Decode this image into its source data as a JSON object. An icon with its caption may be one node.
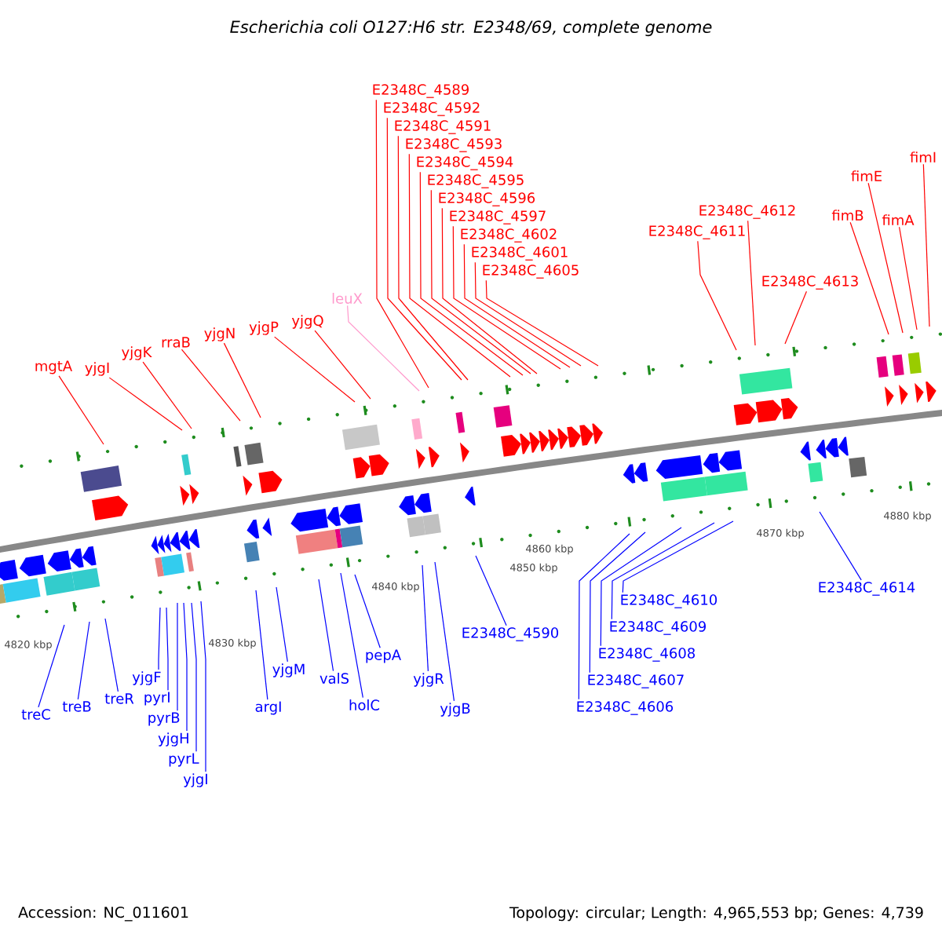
{
  "diagram": {
    "title": "Escherichia coli O127:H6 str. E2348/69, complete genome",
    "nodes": [
      {
        "text": [
          "mgtA"
        ]
      },
      {
        "text": [
          "yjgI"
        ]
      },
      {
        "text": [
          "yjgK"
        ]
      },
      {
        "text": [
          "rraB"
        ]
      },
      {
        "text": [
          "yjgN"
        ]
      },
      {
        "text": [
          "yjgP"
        ]
      },
      {
        "text": [
          "yjgQ"
        ]
      },
      {
        "text": [
          "leuX"
        ]
      },
      {
        "text": [
          "E2348C_4589"
        ]
      },
      {
        "text": [
          "E2348C_4591"
        ]
      },
      {
        "text": [
          "E2348C_4592"
        ]
      },
      {
        "text": [
          "E2348C_4593"
        ]
      },
      {
        "text": [
          "E2348C_4594"
        ]
      },
      {
        "text": [
          "E2348C_4595"
        ]
      },
      {
        "text": [
          "E2348C_4596"
        ]
      },
      {
        "text": [
          "E2348C_4597"
        ]
      },
      {
        "text": [
          "E2348C_4601"
        ]
      },
      {
        "text": [
          "E2348C_4602"
        ]
      },
      {
        "text": [
          "E2348C_4605"
        ]
      },
      {
        "text": [
          "E2348C_4611"
        ]
      },
      {
        "text": [
          "E2348C_4612"
        ]
      },
      {
        "text": [
          "E2348C_4613"
        ]
      },
      {
        "text": [
          "fimB"
        ]
      },
      {
        "text": [
          "fimE"
        ]
      },
      {
        "text": [
          "fimA"
        ]
      },
      {
        "text": [
          "fimI"
        ]
      },
      {
        "text": [
          "treC"
        ]
      },
      {
        "text": [
          "treB"
        ]
      },
      {
        "text": [
          "treR"
        ]
      },
      {
        "text": [
          "yjgF"
        ]
      },
      {
        "text": [
          "pyrI"
        ]
      },
      {
        "text": [
          "pyrB"
        ]
      },
      {
        "text": [
          "yjgH"
        ]
      },
      {
        "text": [
          "pyrL"
        ]
      },
      {
        "text": [
          "yjgI"
        ]
      },
      {
        "text": [
          "argI"
        ]
      },
      {
        "text": [
          "yjgM"
        ]
      },
      {
        "text": [
          "valS"
        ]
      },
      {
        "text": [
          "holC"
        ]
      },
      {
        "text": [
          "pepA"
        ]
      },
      {
        "text": [
          "yjgR"
        ]
      },
      {
        "text": [
          "yjgB"
        ]
      },
      {
        "text": [
          "E2348C_4590"
        ]
      },
      {
        "text": [
          "E2348C_4606"
        ]
      },
      {
        "text": [
          "E2348C_4607"
        ]
      },
      {
        "text": [
          "E2348C_4608"
        ]
      },
      {
        "text": [
          "E2348C_4609"
        ]
      },
      {
        "text": [
          "E2348C_4610"
        ]
      },
      {
        "text": [
          "E2348C_4614"
        ]
      }
    ],
    "edges": [
      {
        "from": 0,
        "to": null,
        "arrow": "none"
      },
      {
        "from": 1,
        "to": null,
        "arrow": "none"
      },
      {
        "from": 2,
        "to": null,
        "arrow": "none"
      },
      {
        "from": 3,
        "to": null,
        "arrow": "none"
      },
      {
        "from": 4,
        "to": null,
        "arrow": "none"
      },
      {
        "from": 5,
        "to": null,
        "arrow": "none"
      },
      {
        "from": 6,
        "to": null,
        "arrow": "none"
      },
      {
        "from": 7,
        "to": null,
        "arrow": "none",
        "color": "#ff99cc"
      },
      {
        "from": 8,
        "to": null,
        "arrow": "none"
      },
      {
        "from": 9,
        "to": null,
        "arrow": "none"
      },
      {
        "from": 10,
        "to": null,
        "arrow": "none"
      },
      {
        "from": 11,
        "to": null,
        "arrow": "none"
      },
      {
        "from": 12,
        "to": null,
        "arrow": "none"
      },
      {
        "from": 13,
        "to": null,
        "arrow": "none"
      },
      {
        "from": 14,
        "to": null,
        "arrow": "none"
      },
      {
        "from": 15,
        "to": null,
        "arrow": "none"
      },
      {
        "from": 16,
        "to": null,
        "arrow": "none"
      },
      {
        "from": 17,
        "to": null,
        "arrow": "none"
      },
      {
        "from": 18,
        "to": null,
        "arrow": "none"
      },
      {
        "from": 19,
        "to": null,
        "arrow": "none"
      },
      {
        "from": 20,
        "to": null,
        "arrow": "none"
      },
      {
        "from": 21,
        "to": null,
        "arrow": "none"
      },
      {
        "from": 22,
        "to": null,
        "arrow": "none"
      },
      {
        "from": 23,
        "to": null,
        "arrow": "none"
      },
      {
        "from": 24,
        "to": null,
        "arrow": "none"
      },
      {
        "from": 25,
        "to": null,
        "arrow": "none"
      },
      {
        "from": 26,
        "to": null,
        "arrow": "none",
        "color": "#0000ff"
      },
      {
        "from": 27,
        "to": null,
        "arrow": "none",
        "color": "#0000ff"
      },
      {
        "from": 28,
        "to": null,
        "arrow": "none",
        "color": "#0000ff"
      },
      {
        "from": 29,
        "to": null,
        "arrow": "none",
        "color": "#0000ff"
      },
      {
        "from": 30,
        "to": null,
        "arrow": "none",
        "color": "#0000ff"
      },
      {
        "from": 31,
        "to": null,
        "arrow": "none",
        "color": "#0000ff"
      },
      {
        "from": 32,
        "to": null,
        "arrow": "none",
        "color": "#0000ff"
      },
      {
        "from": 33,
        "to": null,
        "arrow": "none",
        "color": "#0000ff"
      },
      {
        "from": 34,
        "to": null,
        "arrow": "none",
        "color": "#0000ff"
      },
      {
        "from": 35,
        "to": null,
        "arrow": "none",
        "color": "#0000ff"
      },
      {
        "from": 36,
        "to": null,
        "arrow": "none",
        "color": "#0000ff"
      },
      {
        "from": 37,
        "to": null,
        "arrow": "none",
        "color": "#0000ff"
      },
      {
        "from": 38,
        "to": null,
        "arrow": "none",
        "color": "#0000ff"
      },
      {
        "from": 39,
        "to": null,
        "arrow": "none",
        "color": "#0000ff"
      },
      {
        "from": 40,
        "to": null,
        "arrow": "none",
        "color": "#0000ff"
      },
      {
        "from": 41,
        "to": null,
        "arrow": "none",
        "color": "#0000ff"
      },
      {
        "from": 42,
        "to": null,
        "arrow": "none",
        "color": "#0000ff"
      },
      {
        "from": 43,
        "to": null,
        "arrow": "none",
        "color": "#0000ff"
      },
      {
        "from": 44,
        "to": null,
        "arrow": "none",
        "color": "#0000ff"
      },
      {
        "from": 45,
        "to": null,
        "arrow": "none",
        "color": "#0000ff"
      },
      {
        "from": 46,
        "to": null,
        "arrow": "none",
        "color": "#0000ff"
      },
      {
        "from": 47,
        "to": null,
        "arrow": "none",
        "color": "#0000ff"
      },
      {
        "from": 48,
        "to": null,
        "arrow": "none",
        "color": "#0000ff"
      }
    ],
    "labels": [
      "4820 kbp",
      "4830 kbp",
      "4840 kbp",
      "4850 kbp",
      "4860 kbp",
      "4870 kbp",
      "4880 kbp",
      "Accession: NC_011601",
      "Topology: circular; Length: 4,965,553 bp; Genes: 4,739"
    ]
  }
}
